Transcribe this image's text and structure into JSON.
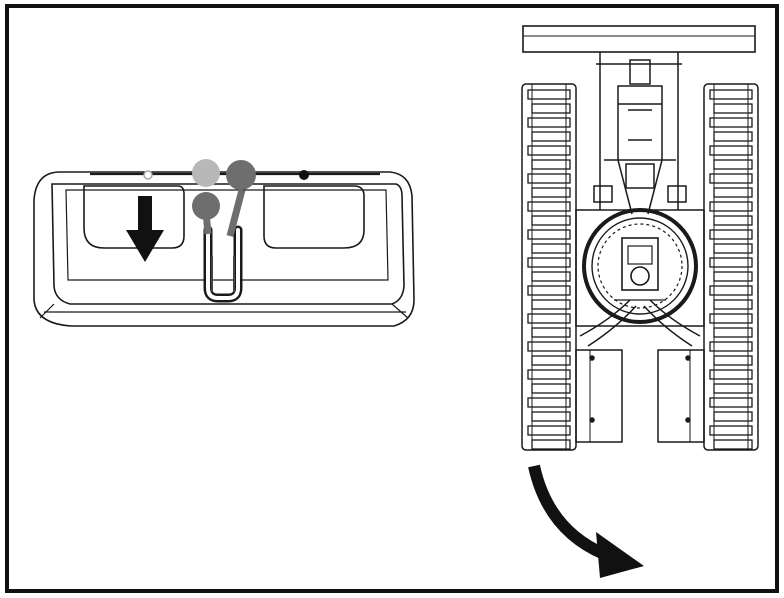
{
  "figure": {
    "panel_left": {
      "subject": "control-console-top-view",
      "levers": [
        {
          "id": "lever-neutral",
          "state": "ghost",
          "color": "#b8b8b8"
        },
        {
          "id": "lever-left-travel",
          "state": "pulled-back",
          "color": "#6e6e6e"
        },
        {
          "id": "lever-right-travel",
          "state": "active",
          "color": "#6e6e6e"
        }
      ],
      "indicator_arrow": {
        "direction": "down",
        "color": "#111111"
      }
    },
    "panel_right": {
      "subject": "excavator-undercarriage-top-view",
      "motion_arrow": {
        "direction": "turn-right",
        "color": "#111111"
      }
    },
    "colors": {
      "frame": "#111111",
      "line": "#1a1a1a",
      "background": "#ffffff"
    }
  }
}
